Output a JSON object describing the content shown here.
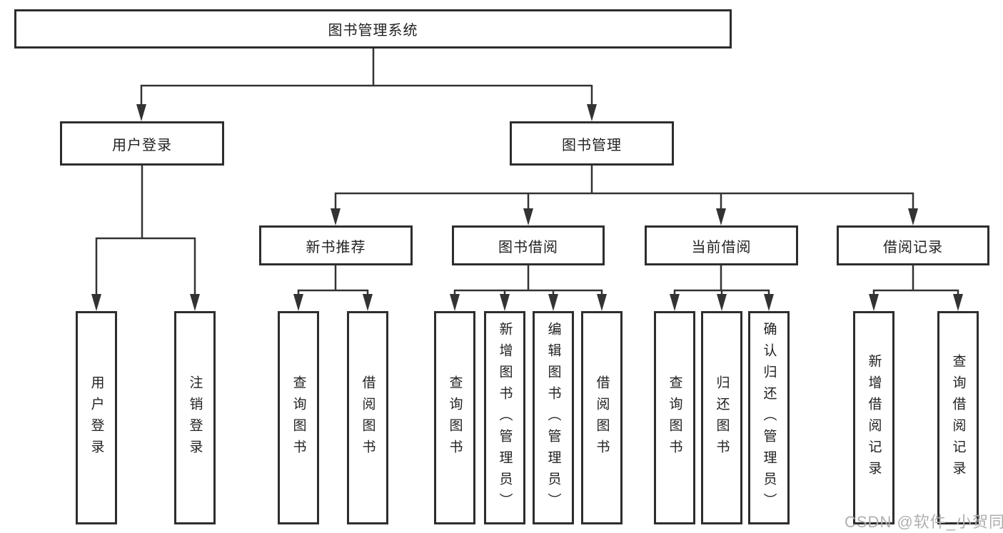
{
  "diagram": {
    "tree": {
      "root": {
        "label": "图书管理系统",
        "children": [
          {
            "label": "用户登录",
            "children": [
              {
                "label": "用户登录"
              },
              {
                "label": "注销登录"
              }
            ]
          },
          {
            "label": "图书管理",
            "children": [
              {
                "label": "新书推荐",
                "children": [
                  {
                    "label": "查询图书"
                  },
                  {
                    "label": "借阅图书"
                  }
                ]
              },
              {
                "label": "图书借阅",
                "children": [
                  {
                    "label": "查询图书"
                  },
                  {
                    "label": "新增图书（管理员）"
                  },
                  {
                    "label": "编辑图书（管理员）"
                  },
                  {
                    "label": "借阅图书"
                  }
                ]
              },
              {
                "label": "当前借阅",
                "children": [
                  {
                    "label": "查询图书"
                  },
                  {
                    "label": "归还图书"
                  },
                  {
                    "label": "确认归还（管理员）"
                  }
                ]
              },
              {
                "label": "借阅记录",
                "children": [
                  {
                    "label": "新增借阅记录"
                  },
                  {
                    "label": "查询借阅记录"
                  }
                ]
              }
            ]
          }
        ]
      }
    },
    "colors": {
      "box_border": "#2d2d2d",
      "connector_line": "#333333",
      "text": "#222222",
      "watermark_text": "#afafaf",
      "background": "#ffffff"
    }
  },
  "watermark": {
    "text": "CSDN @软件_小贺同学"
  }
}
